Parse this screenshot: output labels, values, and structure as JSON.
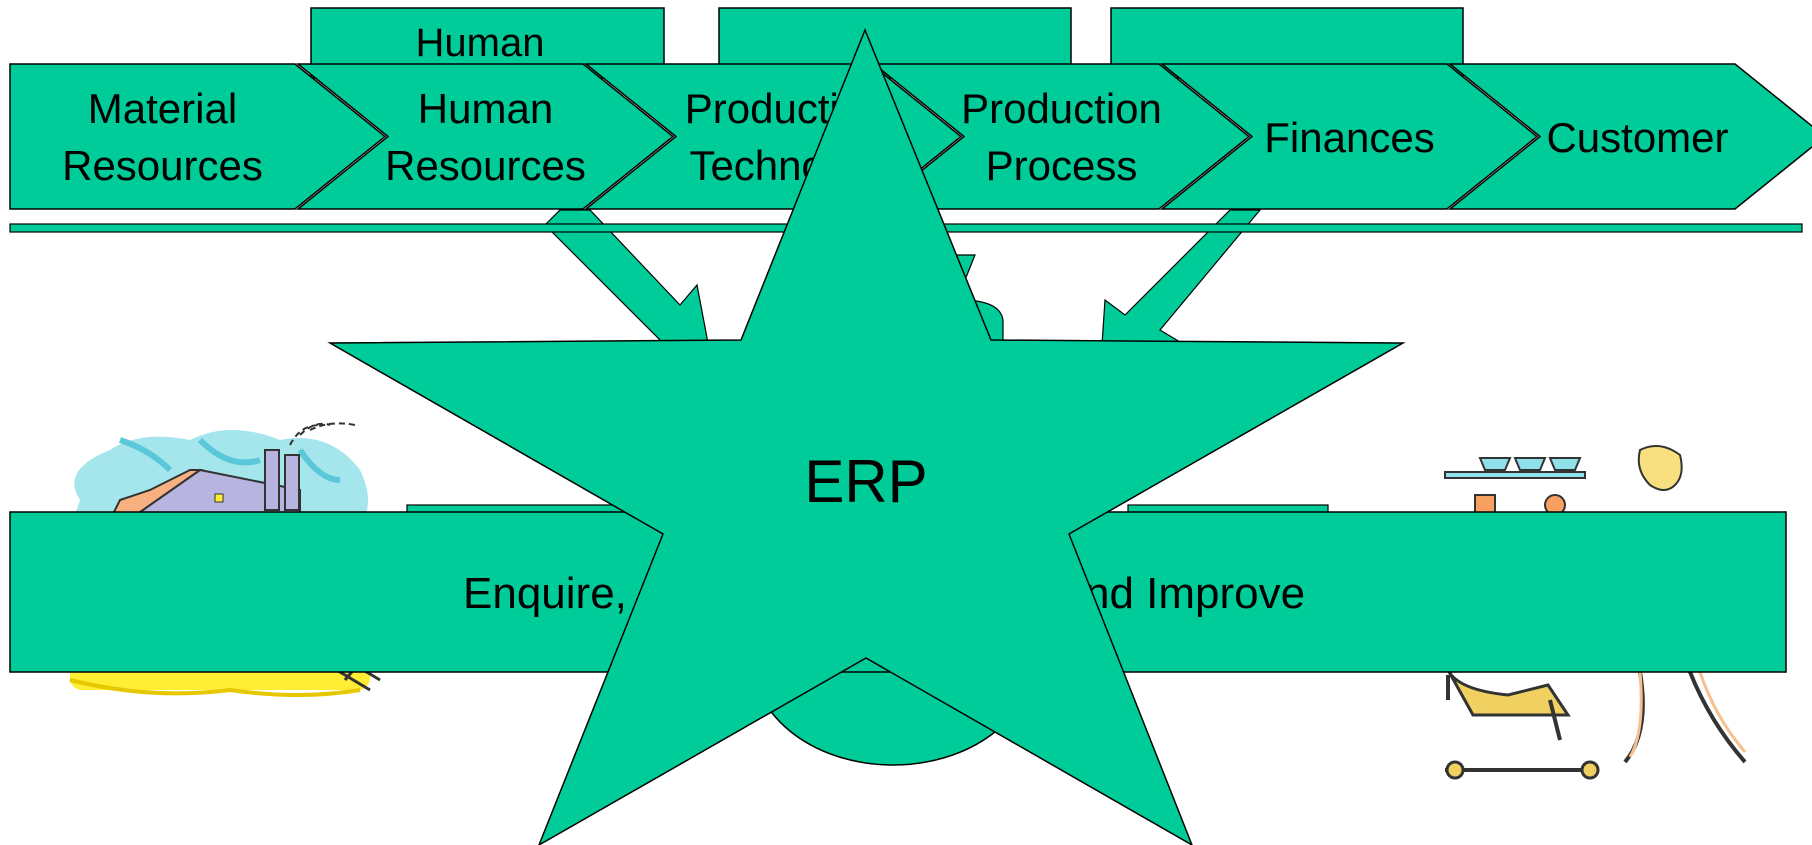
{
  "colors": {
    "fill": "#00CC99",
    "stroke": "#000000",
    "background": "#FFFFFF"
  },
  "top_boxes": {
    "first_line": "Human"
  },
  "chevrons": [
    {
      "line1": "Material",
      "line2": "Resources"
    },
    {
      "line1": "Human",
      "line2": "Resources"
    },
    {
      "line1": "Productio",
      "line2": "Technolo"
    },
    {
      "line1": "Production",
      "line2": "Process"
    },
    {
      "line1": "Finances",
      "line2": ""
    },
    {
      "line1": "Customer",
      "line2": ""
    }
  ],
  "center": {
    "label": "ERP"
  },
  "bottom_bar": {
    "text_left": "Enquire,",
    "text_right": "nd Improve"
  },
  "clipart": {
    "left": "factory-clipart",
    "right": "waitress-clipart"
  }
}
